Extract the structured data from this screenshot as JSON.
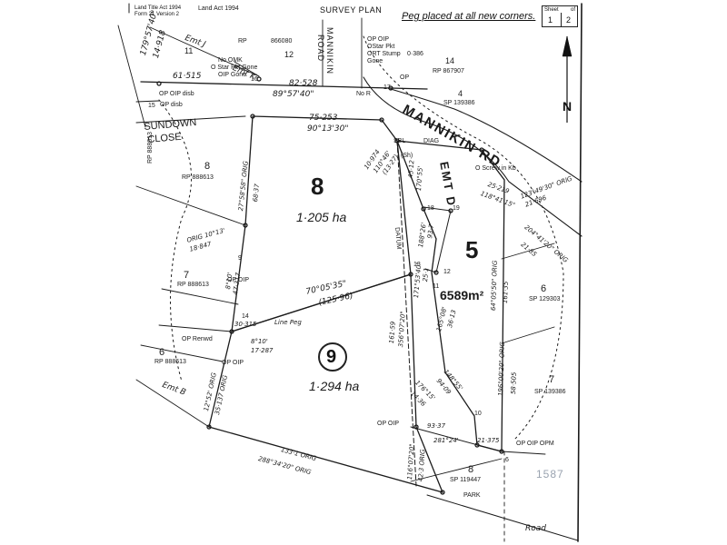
{
  "header": {
    "act_line_1": "Land Title Act 1994",
    "act_line_2": "Form 21 Version 2",
    "land_act": "Land Act 1994",
    "title": "SURVEY PLAN",
    "peg_note": "Peg placed at all new corners.",
    "sheet_label": "Sheet",
    "sheet_of": "of",
    "sheet_no": "1",
    "sheet_total": "2"
  },
  "north": {
    "label": "N"
  },
  "roads": {
    "mannikin_rd": "MANNIKIN RD",
    "mannikin_road_v1": "MANNIKIN",
    "mannikin_road_v2": "ROAD",
    "sundown_1": "SUNDOWN",
    "sundown_2": "CLOSE",
    "emt_d": "EMT D",
    "road_bottom": "Road",
    "park": "PARK"
  },
  "lots": {
    "lot8": {
      "number": "8",
      "area": "1·205 ha"
    },
    "lot9": {
      "number": "9",
      "area": "1·294 ha"
    },
    "lot5": {
      "number": "5",
      "area": "6589m²"
    }
  },
  "neighbours": [
    {
      "id": "n11",
      "text": "11"
    },
    {
      "id": "n12",
      "text": "12"
    },
    {
      "id": "n866080",
      "text": "866080"
    },
    {
      "id": "nRP",
      "text": "RP"
    },
    {
      "id": "n14",
      "text": "14"
    },
    {
      "id": "nRP867907",
      "text": "RP 867907"
    },
    {
      "id": "n4",
      "text": "4"
    },
    {
      "id": "nSP139386a",
      "text": "SP 139386"
    },
    {
      "id": "n8l",
      "text": "8"
    },
    {
      "id": "nRP888613a",
      "text": "RP 888613"
    },
    {
      "id": "n7l",
      "text": "7"
    },
    {
      "id": "nRP888613b",
      "text": "RP 888613"
    },
    {
      "id": "n6l",
      "text": "6"
    },
    {
      "id": "nRP888613c",
      "text": "RP 888613"
    },
    {
      "id": "n6r",
      "text": "6"
    },
    {
      "id": "nSP129303",
      "text": "SP 129303"
    },
    {
      "id": "n7r",
      "text": "7"
    },
    {
      "id": "nSP139386b",
      "text": "SP 139386"
    },
    {
      "id": "n8b",
      "text": "8"
    },
    {
      "id": "nSP119447",
      "text": "SP 119447"
    },
    {
      "id": "nRP888613v",
      "text": "RP 888613"
    }
  ],
  "easements": {
    "emt_j": "Emt J",
    "emt_k": "Emt K",
    "emt_b": "Emt B"
  },
  "bearings": {
    "b1": "179°57'40\"",
    "b1d": "14·918",
    "b2": "61·515",
    "b3": "82·528",
    "b4": "89°57'40\"",
    "b5": "75·253",
    "b6": "90°13'30\"",
    "b7": "27°58'58\" ORIG",
    "b7d": "68·37",
    "b8": "10·974",
    "b9": "110°46'",
    "b10": "(13·27)",
    "b11": "43·12",
    "b12": "170°55'",
    "b13": "25·219",
    "b14": "118°41'15\"",
    "b15": "123°49'30\" ORIG",
    "b16": "21·696",
    "b17": "204°41'20\" ORIG",
    "b18": "21·85",
    "b19": "93·7",
    "b20": "188°26'",
    "b21": "DATUM",
    "b22": "25·1",
    "b23": "171°53'40\"",
    "b24": "70°05'35\"",
    "b25": "(125·96)",
    "b26": "356°07'20\"",
    "b27": "161·59",
    "b28": "165°08'",
    "b29": "36·13",
    "b30": "64°05'50\" ORIG",
    "b31": "161·35",
    "b32": "8°10'",
    "b33": "47·317",
    "b34": "ORIG 10°13'",
    "b35": "18·847",
    "b36": "30·315",
    "b37": "Line Peg",
    "b38": "8°10'",
    "b39": "17·287",
    "b40": "12°52' ORIG",
    "b41": "35·137 ORIG",
    "b42": "148°55'",
    "b43": "94·09",
    "b44": "176°15'",
    "b45": "14·36",
    "b46": "196°00'20\" ORIG",
    "b47": "58·505",
    "b48": "93·37",
    "b49": "281°24'",
    "b50": "21·375",
    "b51": "133·1 ORIG",
    "b52": "288°34'20\" ORIG",
    "b53": "116°07'20\"",
    "b54": "42·3 ORIG"
  },
  "marks": {
    "op_did": "OP OIP disb",
    "op_did2": "OP disb",
    "no_omk": "No OMK",
    "star_pkt": "O Star Pkt Gone",
    "oip_gone": "OIP Gone",
    "peg_notes": "OP OIP OStar Pkt ORT Stump Gone",
    "o386": "0·386",
    "op17": "OP",
    "op9": "OP OIP",
    "op_renwd": "OP Renwd",
    "op_oip_b": "OP OIP",
    "op_oip_r": "OP OIP",
    "op_oip_m": "OP OIP OPM",
    "screw": "O Screw in Kb",
    "sh": "(Sh)",
    "sbl": "SBL",
    "diag": "DIAG",
    "nd": "No R"
  },
  "stations": [
    "16",
    "17",
    "15",
    "19",
    "12",
    "13",
    "11",
    "18",
    "10",
    "14",
    "9",
    "6"
  ],
  "stamp": "1587"
}
